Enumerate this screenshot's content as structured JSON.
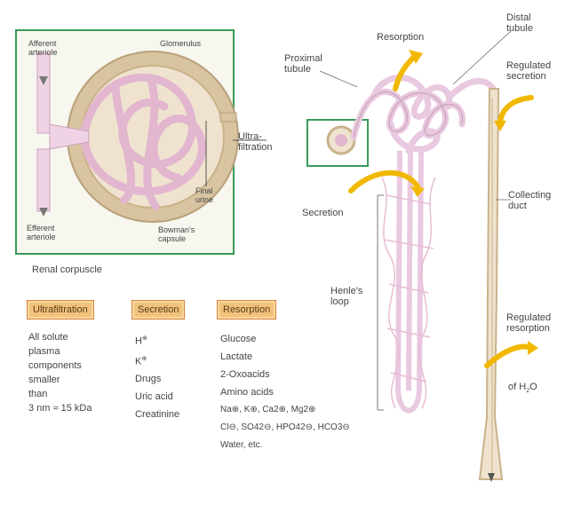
{
  "corpuscle": {
    "afferent": "Afferent\narteriole",
    "glomerulus": "Glomerulus",
    "efferent": "Efferent\narteriole",
    "bowmans": "Bowman's\ncapsule",
    "final_urine": "Final\nurine",
    "caption": "Renal corpuscle"
  },
  "nephron": {
    "proximal": "Proximal\ntubule",
    "resorption_top": "Resorption",
    "distal": "Distal\ntubule",
    "regulated_secretion": "Regulated\nsecretion",
    "ultrafiltration_lbl": "Ultra-\nfiltration",
    "secretion_lbl": "Secretion",
    "collecting": "Collecting\nduct",
    "henle": "Henle's\nloop",
    "regulated_resorption": "Regulated\nresorption",
    "of_h2o": "of H",
    "of_h2o_sub": "2",
    "of_h2o_end": "O"
  },
  "boxes": {
    "ultrafiltration": "Ultrafiltration",
    "secretion": "Secretion",
    "resorption": "Resorption"
  },
  "lists": {
    "ultrafiltration": [
      "All solute",
      "plasma",
      "components",
      "smaller",
      "than",
      "3  nm ≈ 15  kDa"
    ],
    "secretion": [
      "H",
      "K",
      "Drugs",
      "Uric acid",
      "Creatinine"
    ],
    "secretion_sup": [
      "⊕",
      "⊕"
    ],
    "resorption": [
      "Glucose",
      "Lactate",
      "2-Oxoacids",
      "Amino acids"
    ],
    "ions_line1": "Na⊕, K⊕, Ca2⊕, Mg2⊕",
    "ions_line2": "Cl⊖, SO42⊖, HPO42⊖, HCO3⊖",
    "ions_line3": "Water, etc."
  },
  "colors": {
    "box_fill": "#f1c27b",
    "box_border": "#d9823b",
    "tubule": "#e9c9df",
    "capsule": "#d8c4a0",
    "arrow": "#f2b800",
    "frame": "#3a9a5a"
  }
}
